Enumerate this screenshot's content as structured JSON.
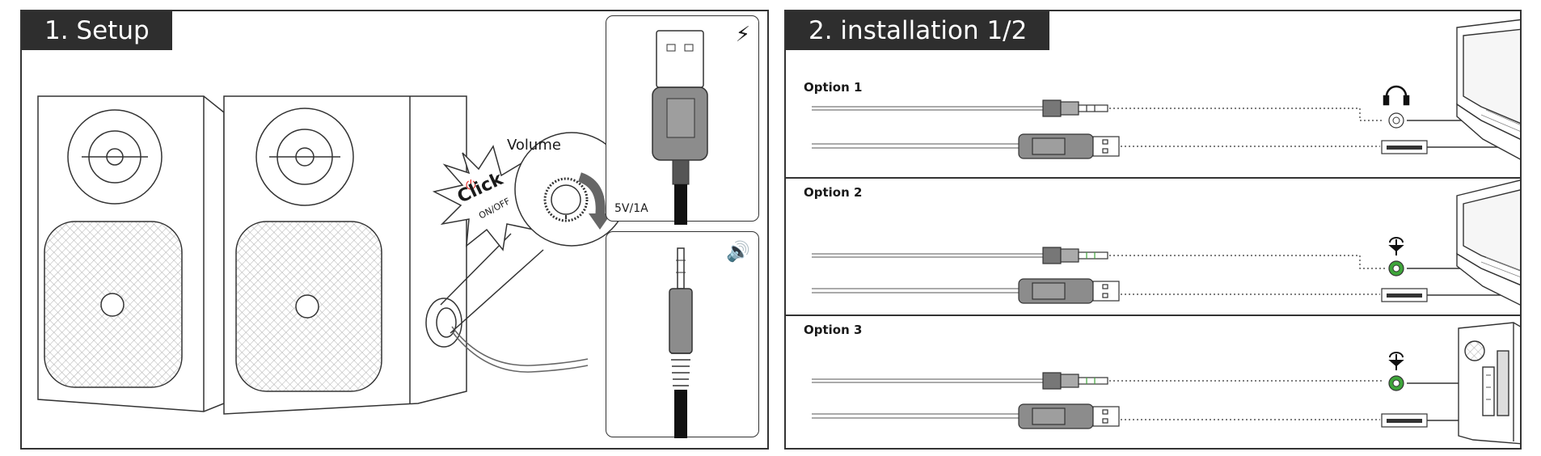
{
  "setup": {
    "title": "1. Setup",
    "volume_label": "Volume",
    "click_label": "Click",
    "onoff_label": "ON/OFF",
    "power_spec": "5V/1A",
    "icons": [
      "power-icon",
      "lightning-icon",
      "speaker-icon"
    ]
  },
  "installation": {
    "title": "2. installation 1/2",
    "options": [
      {
        "label": "Option 1",
        "audio_port_icon": "headphones-icon",
        "device": "laptop"
      },
      {
        "label": "Option 2",
        "audio_port_icon": "audio-out-icon",
        "device": "laptop"
      },
      {
        "label": "Option 3",
        "audio_port_icon": "audio-out-icon",
        "device": "desktop-tower"
      }
    ]
  },
  "colors": {
    "power_red": "#e53935",
    "jack_green": "#3ea53a",
    "usb_gray": "#8c8c8c",
    "title_bg": "#2e2e2e"
  }
}
